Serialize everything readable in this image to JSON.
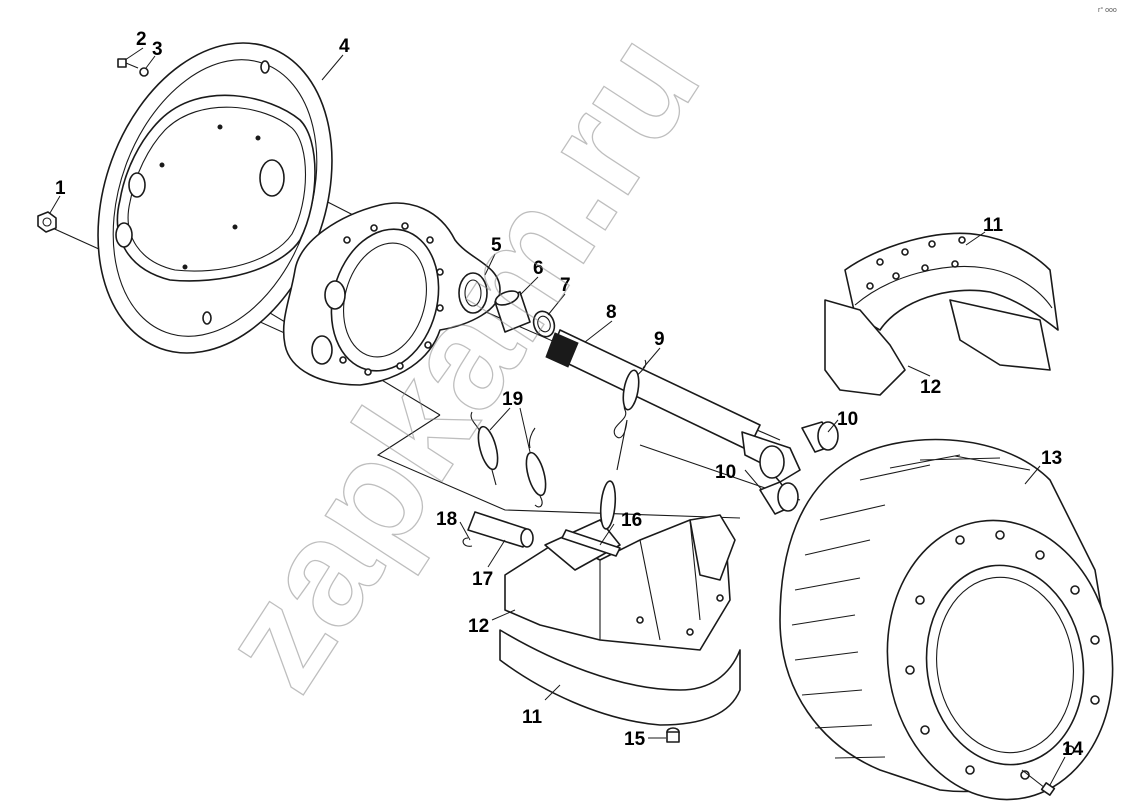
{
  "watermark": "zapkam.ru",
  "corner_mark": "r° ooo",
  "callouts": [
    "1",
    "2",
    "3",
    "4",
    "5",
    "6",
    "7",
    "8",
    "9",
    "10",
    "10",
    "11",
    "11",
    "12",
    "12",
    "13",
    "14",
    "15",
    "16",
    "17",
    "18",
    "19"
  ]
}
